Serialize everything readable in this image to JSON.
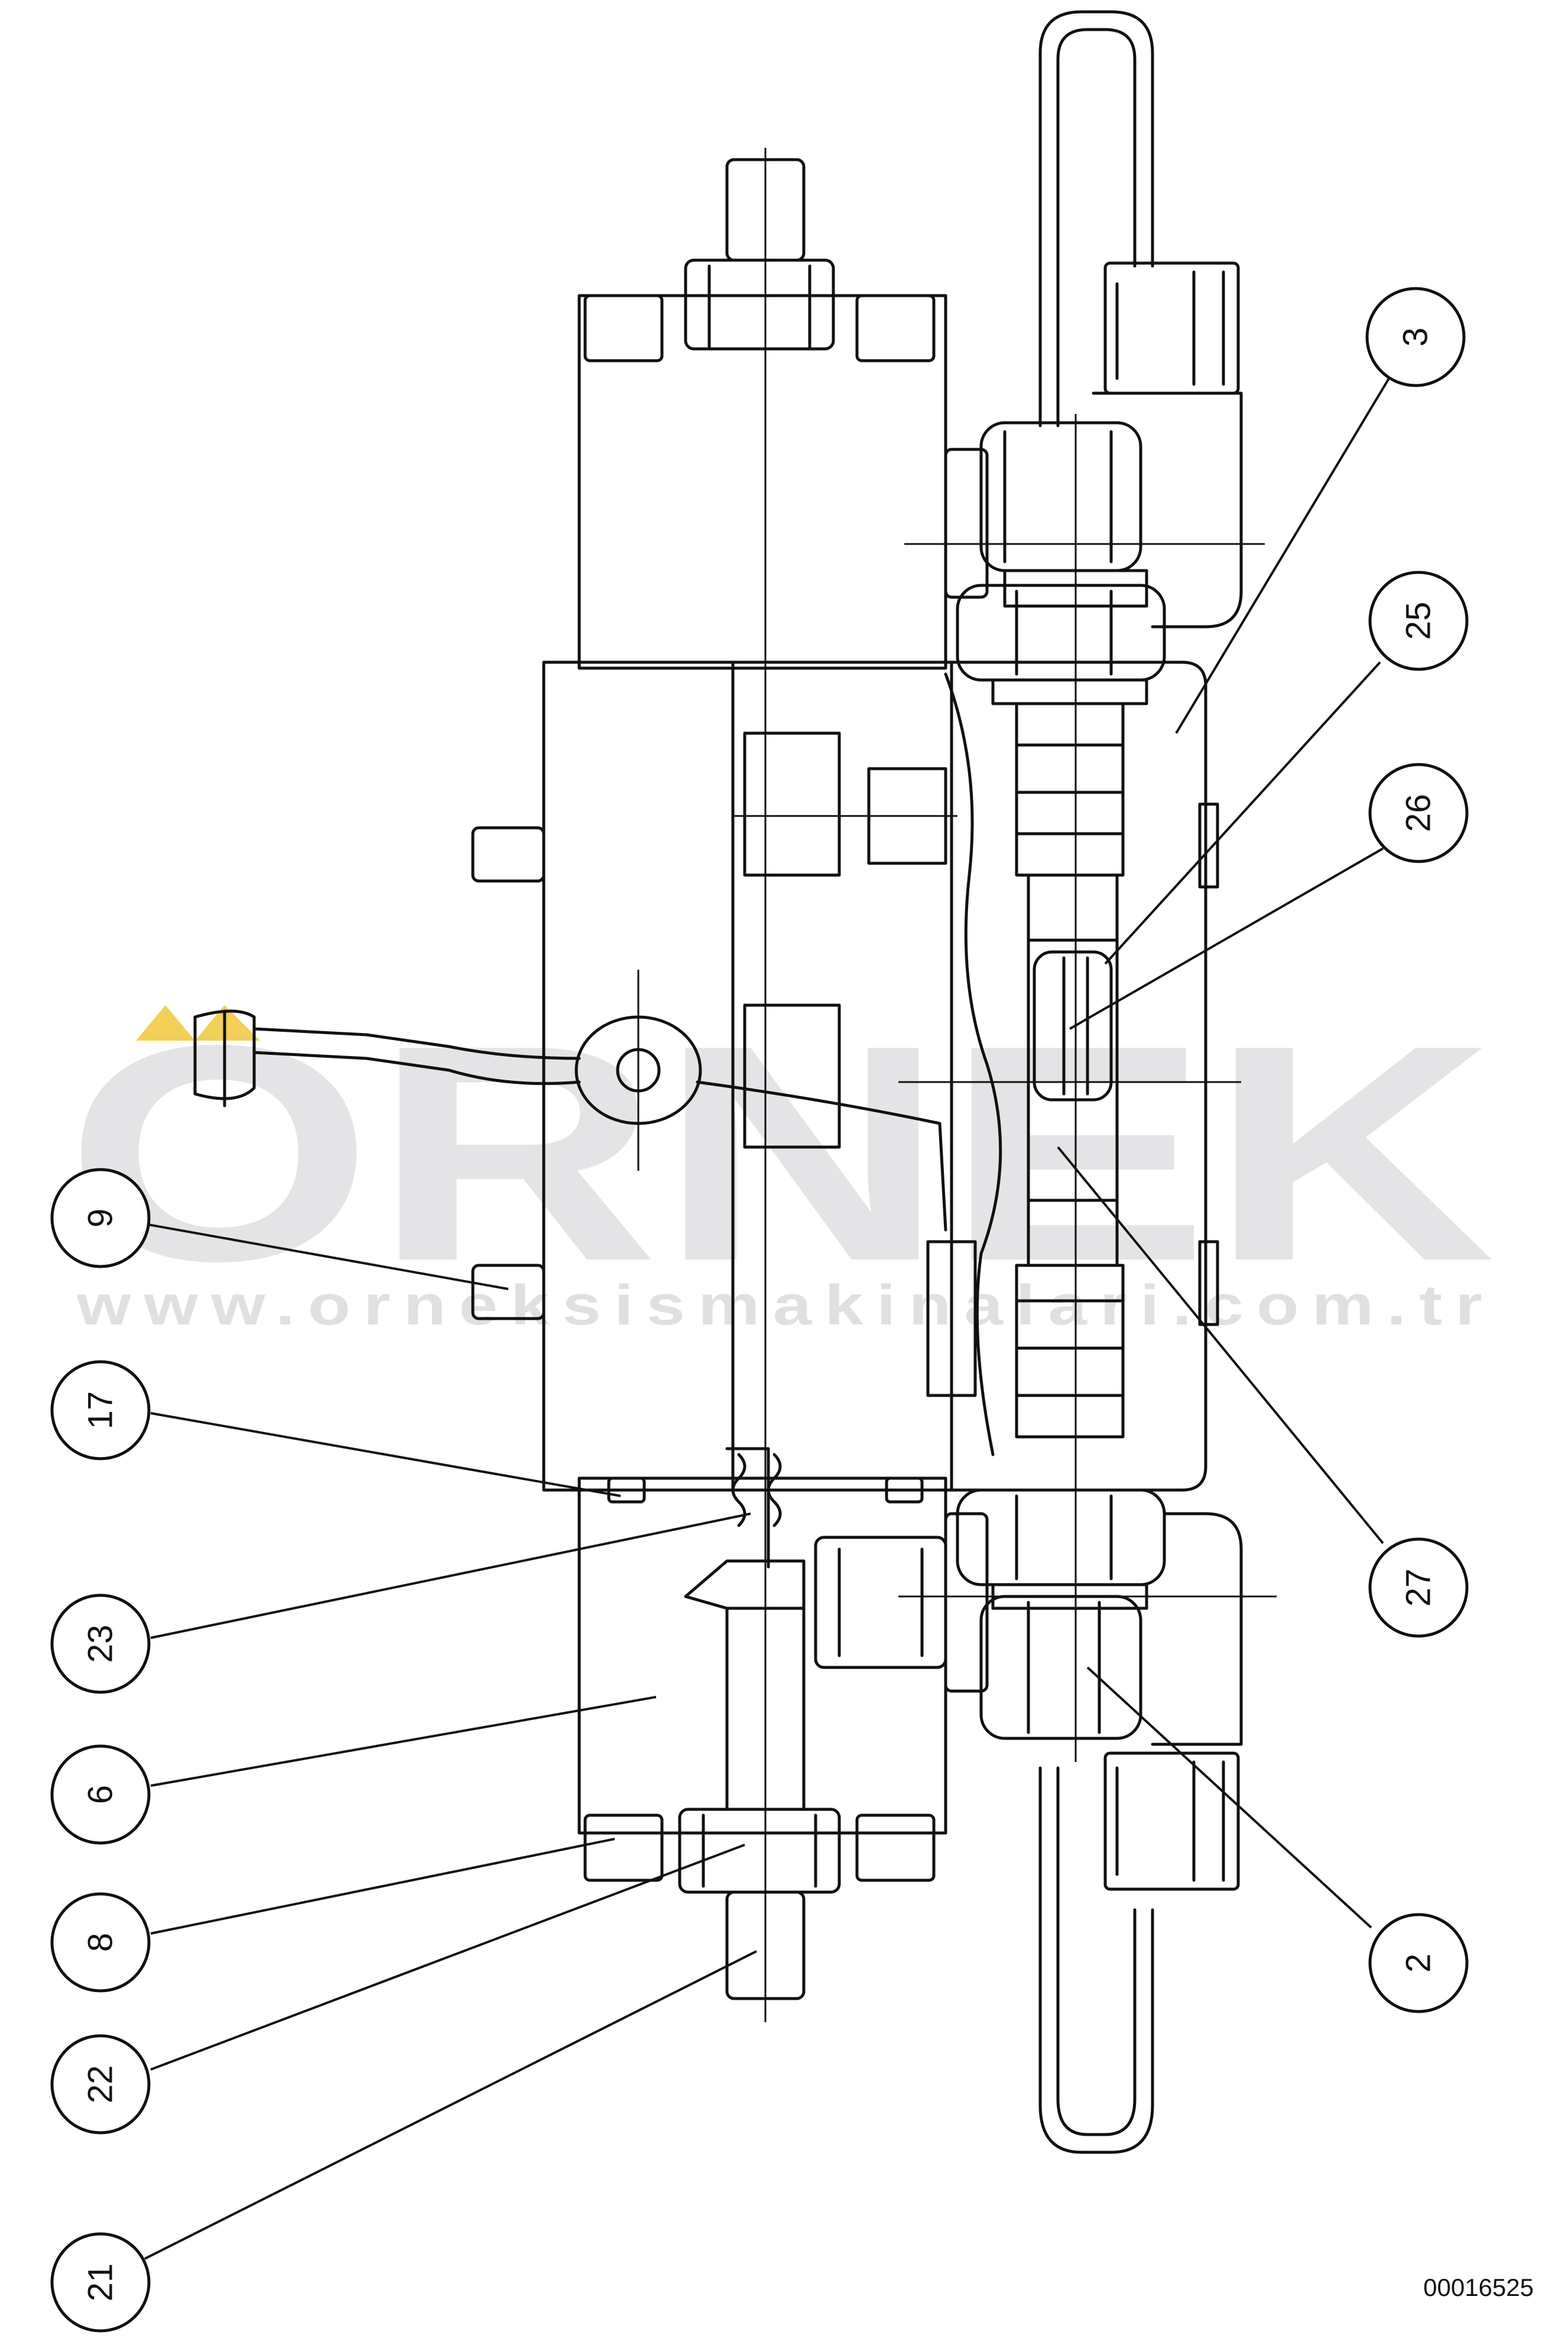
{
  "watermark": {
    "brand": "ORNEK",
    "url": "www.orneksismakinalari.com.tr",
    "accent_color": "#f2cf55",
    "text_color": "#e4e3e6"
  },
  "drawing_number": "00016525",
  "callouts": [
    {
      "label": "3"
    },
    {
      "label": "25"
    },
    {
      "label": "26"
    },
    {
      "label": "27"
    },
    {
      "label": "2"
    },
    {
      "label": "9"
    },
    {
      "label": "17"
    },
    {
      "label": "23"
    },
    {
      "label": "6"
    },
    {
      "label": "8"
    },
    {
      "label": "22"
    },
    {
      "label": "21"
    }
  ]
}
